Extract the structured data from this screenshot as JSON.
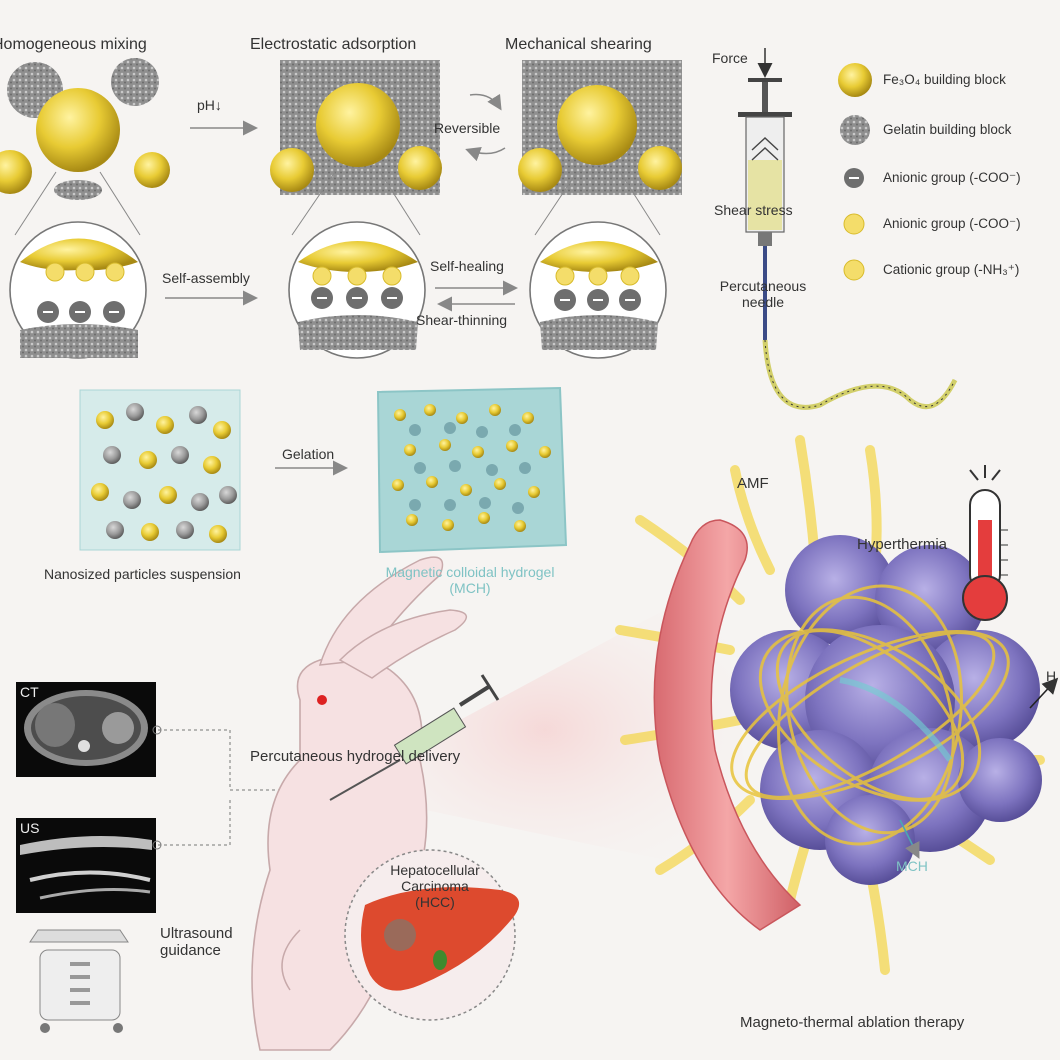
{
  "steps": {
    "homogeneous": "Homogeneous mixing",
    "electrostatic": "Electrostatic adsorption",
    "mechanical": "Mechanical shearing"
  },
  "arrows": {
    "ph": "pH↓",
    "reversible": "Reversible",
    "self_assembly": "Self-assembly",
    "self_healing": "Self-healing",
    "shear_thinning": "Shear-thinning",
    "gelation": "Gelation"
  },
  "syringe": {
    "force": "Force",
    "shear_stress": "Shear stress",
    "needle_line1": "Percutaneous",
    "needle_line2": "needle"
  },
  "legend": [
    {
      "label": "Fe₃O₄ building block",
      "icon": "fe3o4-icon"
    },
    {
      "label": "Gelatin building block",
      "icon": "gelatin-icon"
    },
    {
      "label": "Anionic group (-COO⁻)",
      "icon": "anionic-gray-icon"
    },
    {
      "label": "Anionic group (-COO⁻)",
      "icon": "anionic-yellow-icon"
    },
    {
      "label": "Cationic group (-NH₃⁺)",
      "icon": "cationic-icon"
    }
  ],
  "suspension_label": "Nanosized particles suspension",
  "hydrogel_label_line1": "Magnetic colloidal hydrogel",
  "hydrogel_label_line2": "(MCH)",
  "therapy": {
    "amf": "AMF",
    "hyperthermia": "Hyperthermia",
    "mch": "MCH",
    "edge_label": "H",
    "title": "Magneto-thermal ablation therapy"
  },
  "imaging": {
    "ct": "CT",
    "us": "US",
    "delivery": "Percutaneous hydrogel delivery",
    "hcc_line1": "Hepatocellular",
    "hcc_line2": "Carcinoma",
    "hcc_line3": "(HCC)",
    "guidance_line1": "Ultrasound",
    "guidance_line2": "guidance"
  },
  "colors": {
    "fe3o4": "#e3c52e",
    "gelatin": "#9a9a9a",
    "hydrogel": "#a9d6d6",
    "liver": "#dd4a2e",
    "vessel": "#ec8d8f",
    "tumor": "#8f86c8",
    "amf": "#f4d750"
  }
}
